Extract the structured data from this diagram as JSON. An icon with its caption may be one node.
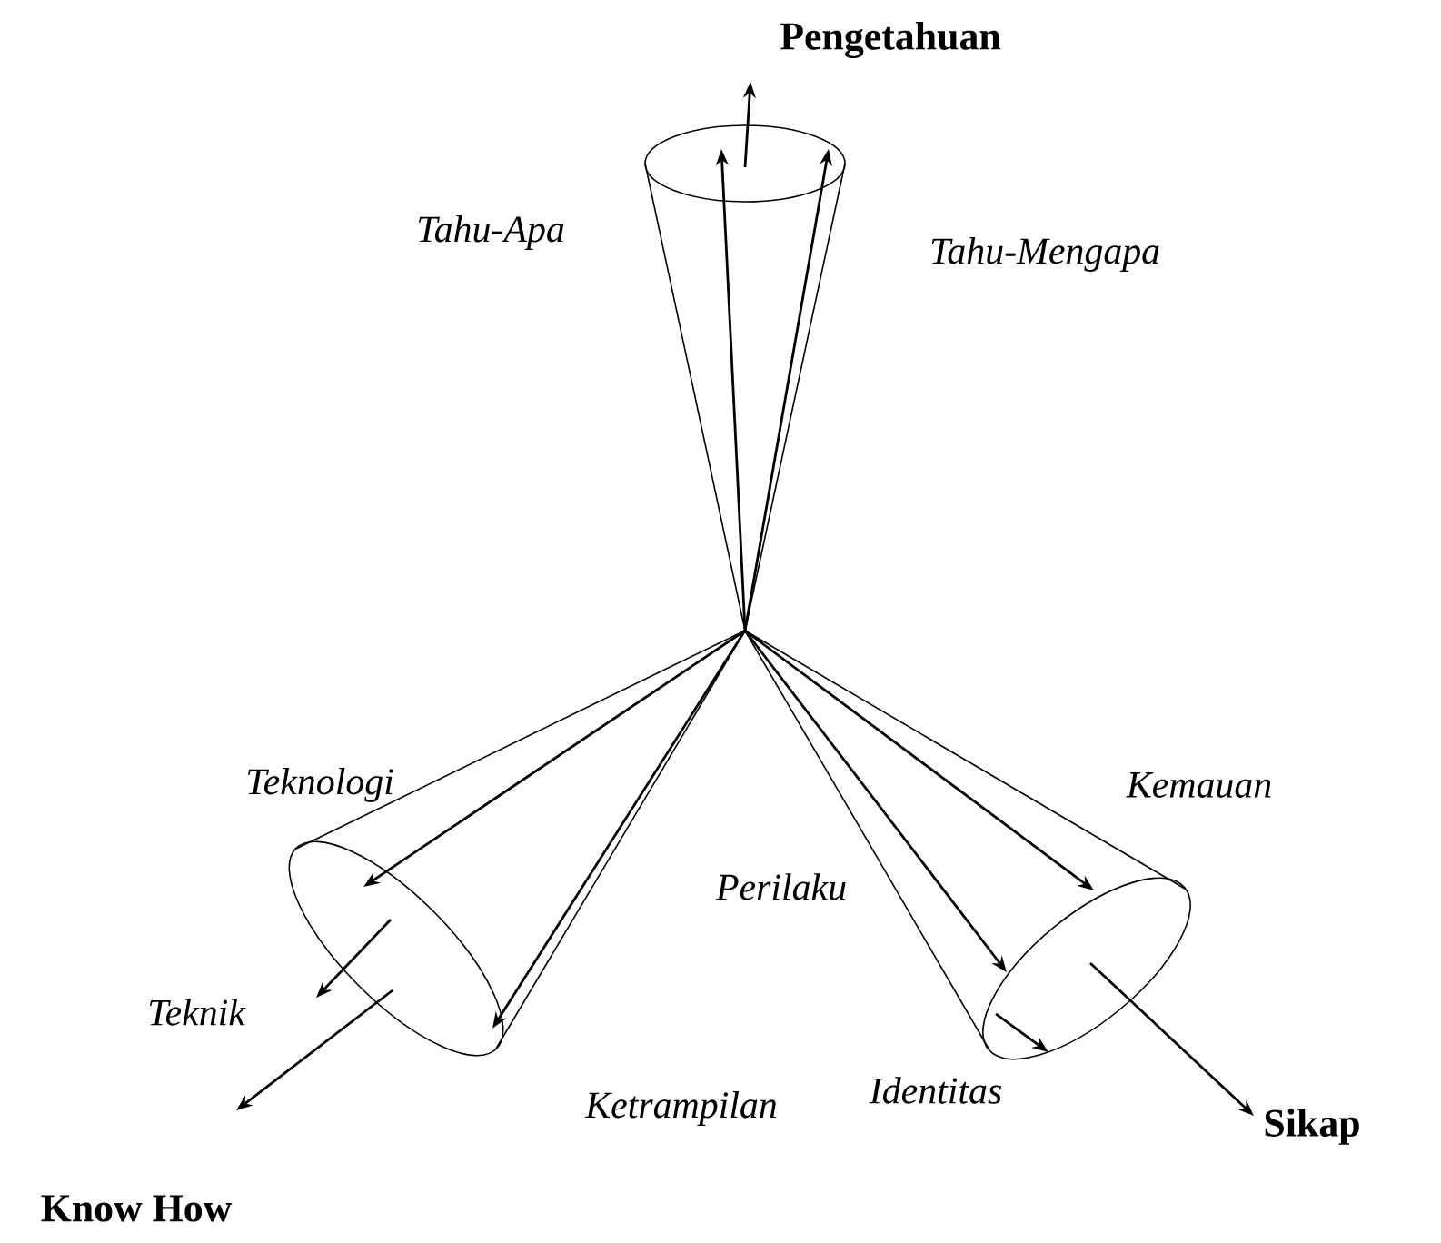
{
  "diagram": {
    "nodes": [
      {
        "text": [
          "Pengetahuan"
        ]
      },
      {
        "text": [],
        "shape": "ellipse"
      },
      {
        "text": [],
        "shape": "ellipse"
      },
      {
        "text": [],
        "shape": "ellipse"
      },
      {
        "text": [
          "Know How"
        ]
      },
      {
        "text": [
          "Sikap"
        ]
      }
    ],
    "edges": [
      {
        "from": 1,
        "to": 0,
        "arrow": "to"
      },
      {
        "from": null,
        "to": 1,
        "arrow": "to",
        "label": "Tahu-Apa"
      },
      {
        "from": null,
        "to": 1,
        "arrow": "to",
        "label": "Tahu-Mengapa"
      },
      {
        "from": null,
        "to": 2,
        "arrow": "to",
        "label": "Teknologi"
      },
      {
        "from": null,
        "to": 2,
        "arrow": "to",
        "label": "Ketrampilan"
      },
      {
        "from": 2,
        "to": null,
        "arrow": "to",
        "label": "Teknik"
      },
      {
        "from": 2,
        "to": 4,
        "arrow": "to"
      },
      {
        "from": null,
        "to": 3,
        "arrow": "to",
        "label": "Kemauan"
      },
      {
        "from": null,
        "to": 3,
        "arrow": "to",
        "label": "Perilaku"
      },
      {
        "from": 3,
        "to": null,
        "arrow": "to",
        "label": "Identitas"
      },
      {
        "from": 3,
        "to": 5,
        "arrow": "to"
      }
    ]
  }
}
